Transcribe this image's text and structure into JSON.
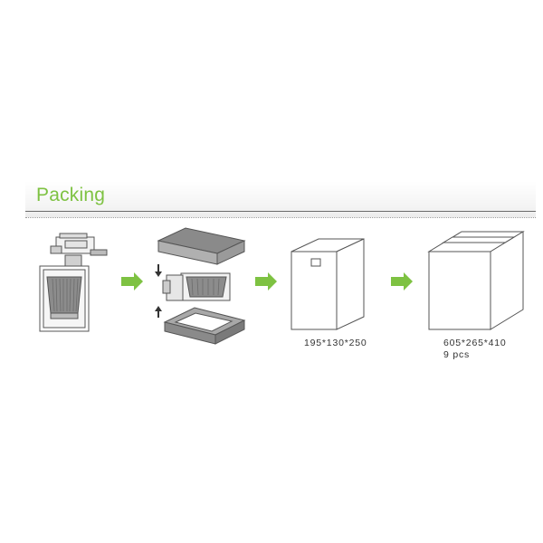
{
  "section": {
    "title": "Packing"
  },
  "steps": [
    {
      "id": "product",
      "label": ""
    },
    {
      "id": "inner-packing",
      "label": ""
    },
    {
      "id": "inner-box",
      "label": "195*130*250"
    },
    {
      "id": "carton",
      "label": "605*265*410",
      "quantity": "9 pcs"
    }
  ],
  "colors": {
    "title": "#7ec242",
    "arrow": "#7ec242",
    "line": "#555555"
  },
  "icons": [
    "track-light-icon",
    "right-arrow-icon",
    "open-box-assembly-icon",
    "inner-box-icon",
    "shipping-carton-icon"
  ]
}
